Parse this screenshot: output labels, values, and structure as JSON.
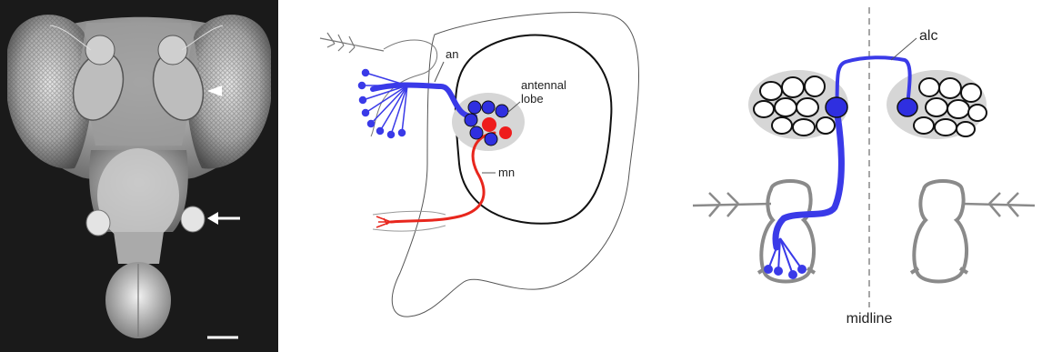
{
  "panels": {
    "sem": {
      "scale_bar": ""
    },
    "olfactory": {
      "label_an": "an",
      "label_lobe_1": "antennal",
      "label_lobe_2": "lobe",
      "label_mn": "mn"
    },
    "midline": {
      "label_alc": "alc",
      "label_midline": "midline"
    }
  },
  "colors": {
    "antennal_nerve": "#3a3ae8",
    "maxillary_nerve": "#e8261d",
    "glomerulus_fill_blue": "#2f2fe0",
    "glomerulus_fill_red": "#ee1c1c",
    "lobe_shadow": "#d6d6d6",
    "outline_gray": "#8a8a8a"
  }
}
